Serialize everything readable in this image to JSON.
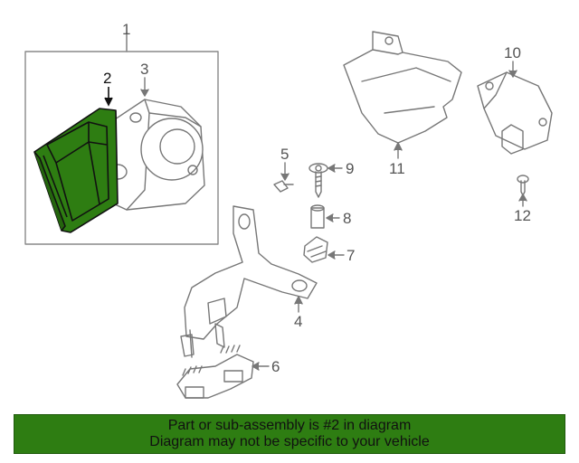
{
  "callouts": {
    "c1": "1",
    "c2": "2",
    "c3": "3",
    "c4": "4",
    "c5": "5",
    "c6": "6",
    "c7": "7",
    "c8": "8",
    "c9": "9",
    "c10": "10",
    "c11": "11",
    "c12": "12"
  },
  "banner": {
    "line1": "Part or sub-assembly is #2 in diagram",
    "line2": "Diagram may not be specific to your vehicle"
  },
  "colors": {
    "highlight_part": "#2e7d12",
    "banner_background": "#2e7d12",
    "line_art": "#777777"
  }
}
